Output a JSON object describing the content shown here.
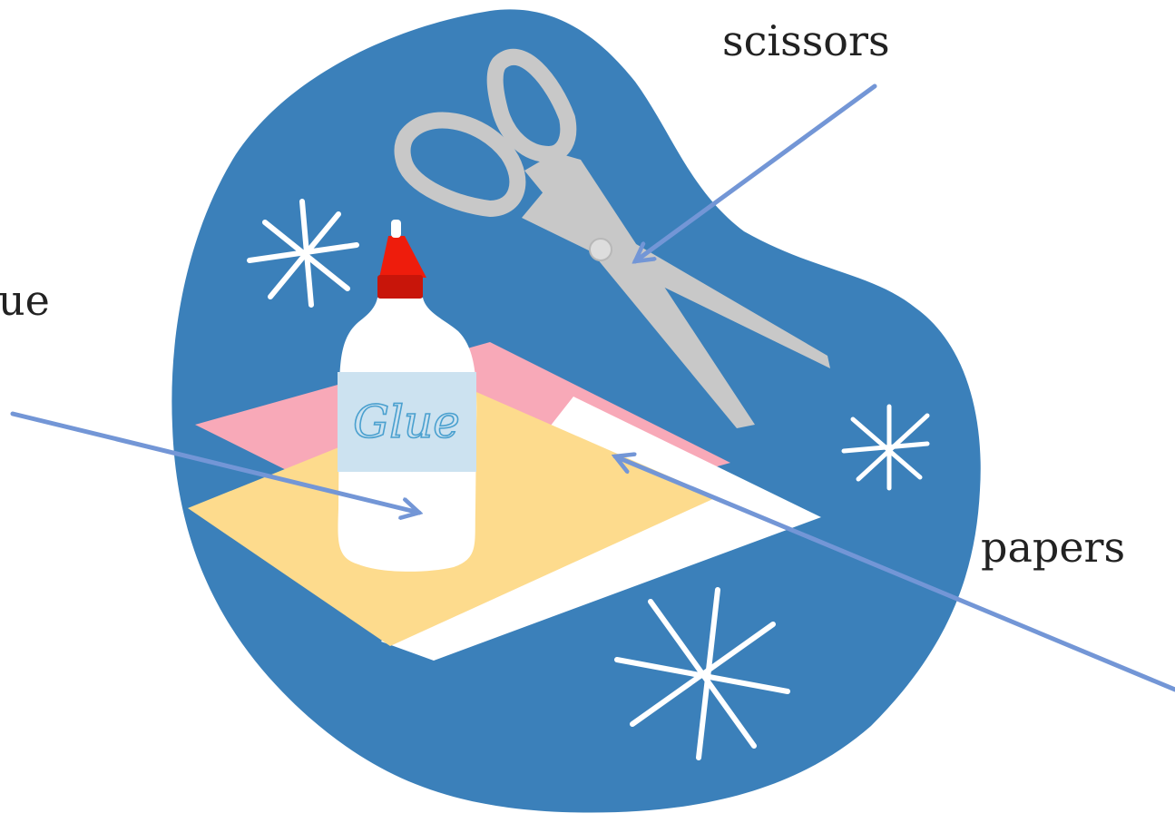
{
  "labels": {
    "scissors": "scissors",
    "glue": "ue",
    "papers": "papers"
  },
  "bottle_text": "Glue",
  "colors": {
    "blob": "#3b80ba",
    "arrow": "#7396d6",
    "pink_paper": "#f8a9b8",
    "yellow_paper": "#fddb8d",
    "white_paper": "#ffffff",
    "glue_cap": "#ee1c0c",
    "glue_label": "#cce2f0",
    "glue_text": "#4aa0cf",
    "scissors": "#c8c8c8",
    "sparkle": "#ffffff"
  },
  "icons": [
    "scissors-icon",
    "glue-bottle-icon",
    "paper-stack-icon",
    "sparkle-icon"
  ]
}
